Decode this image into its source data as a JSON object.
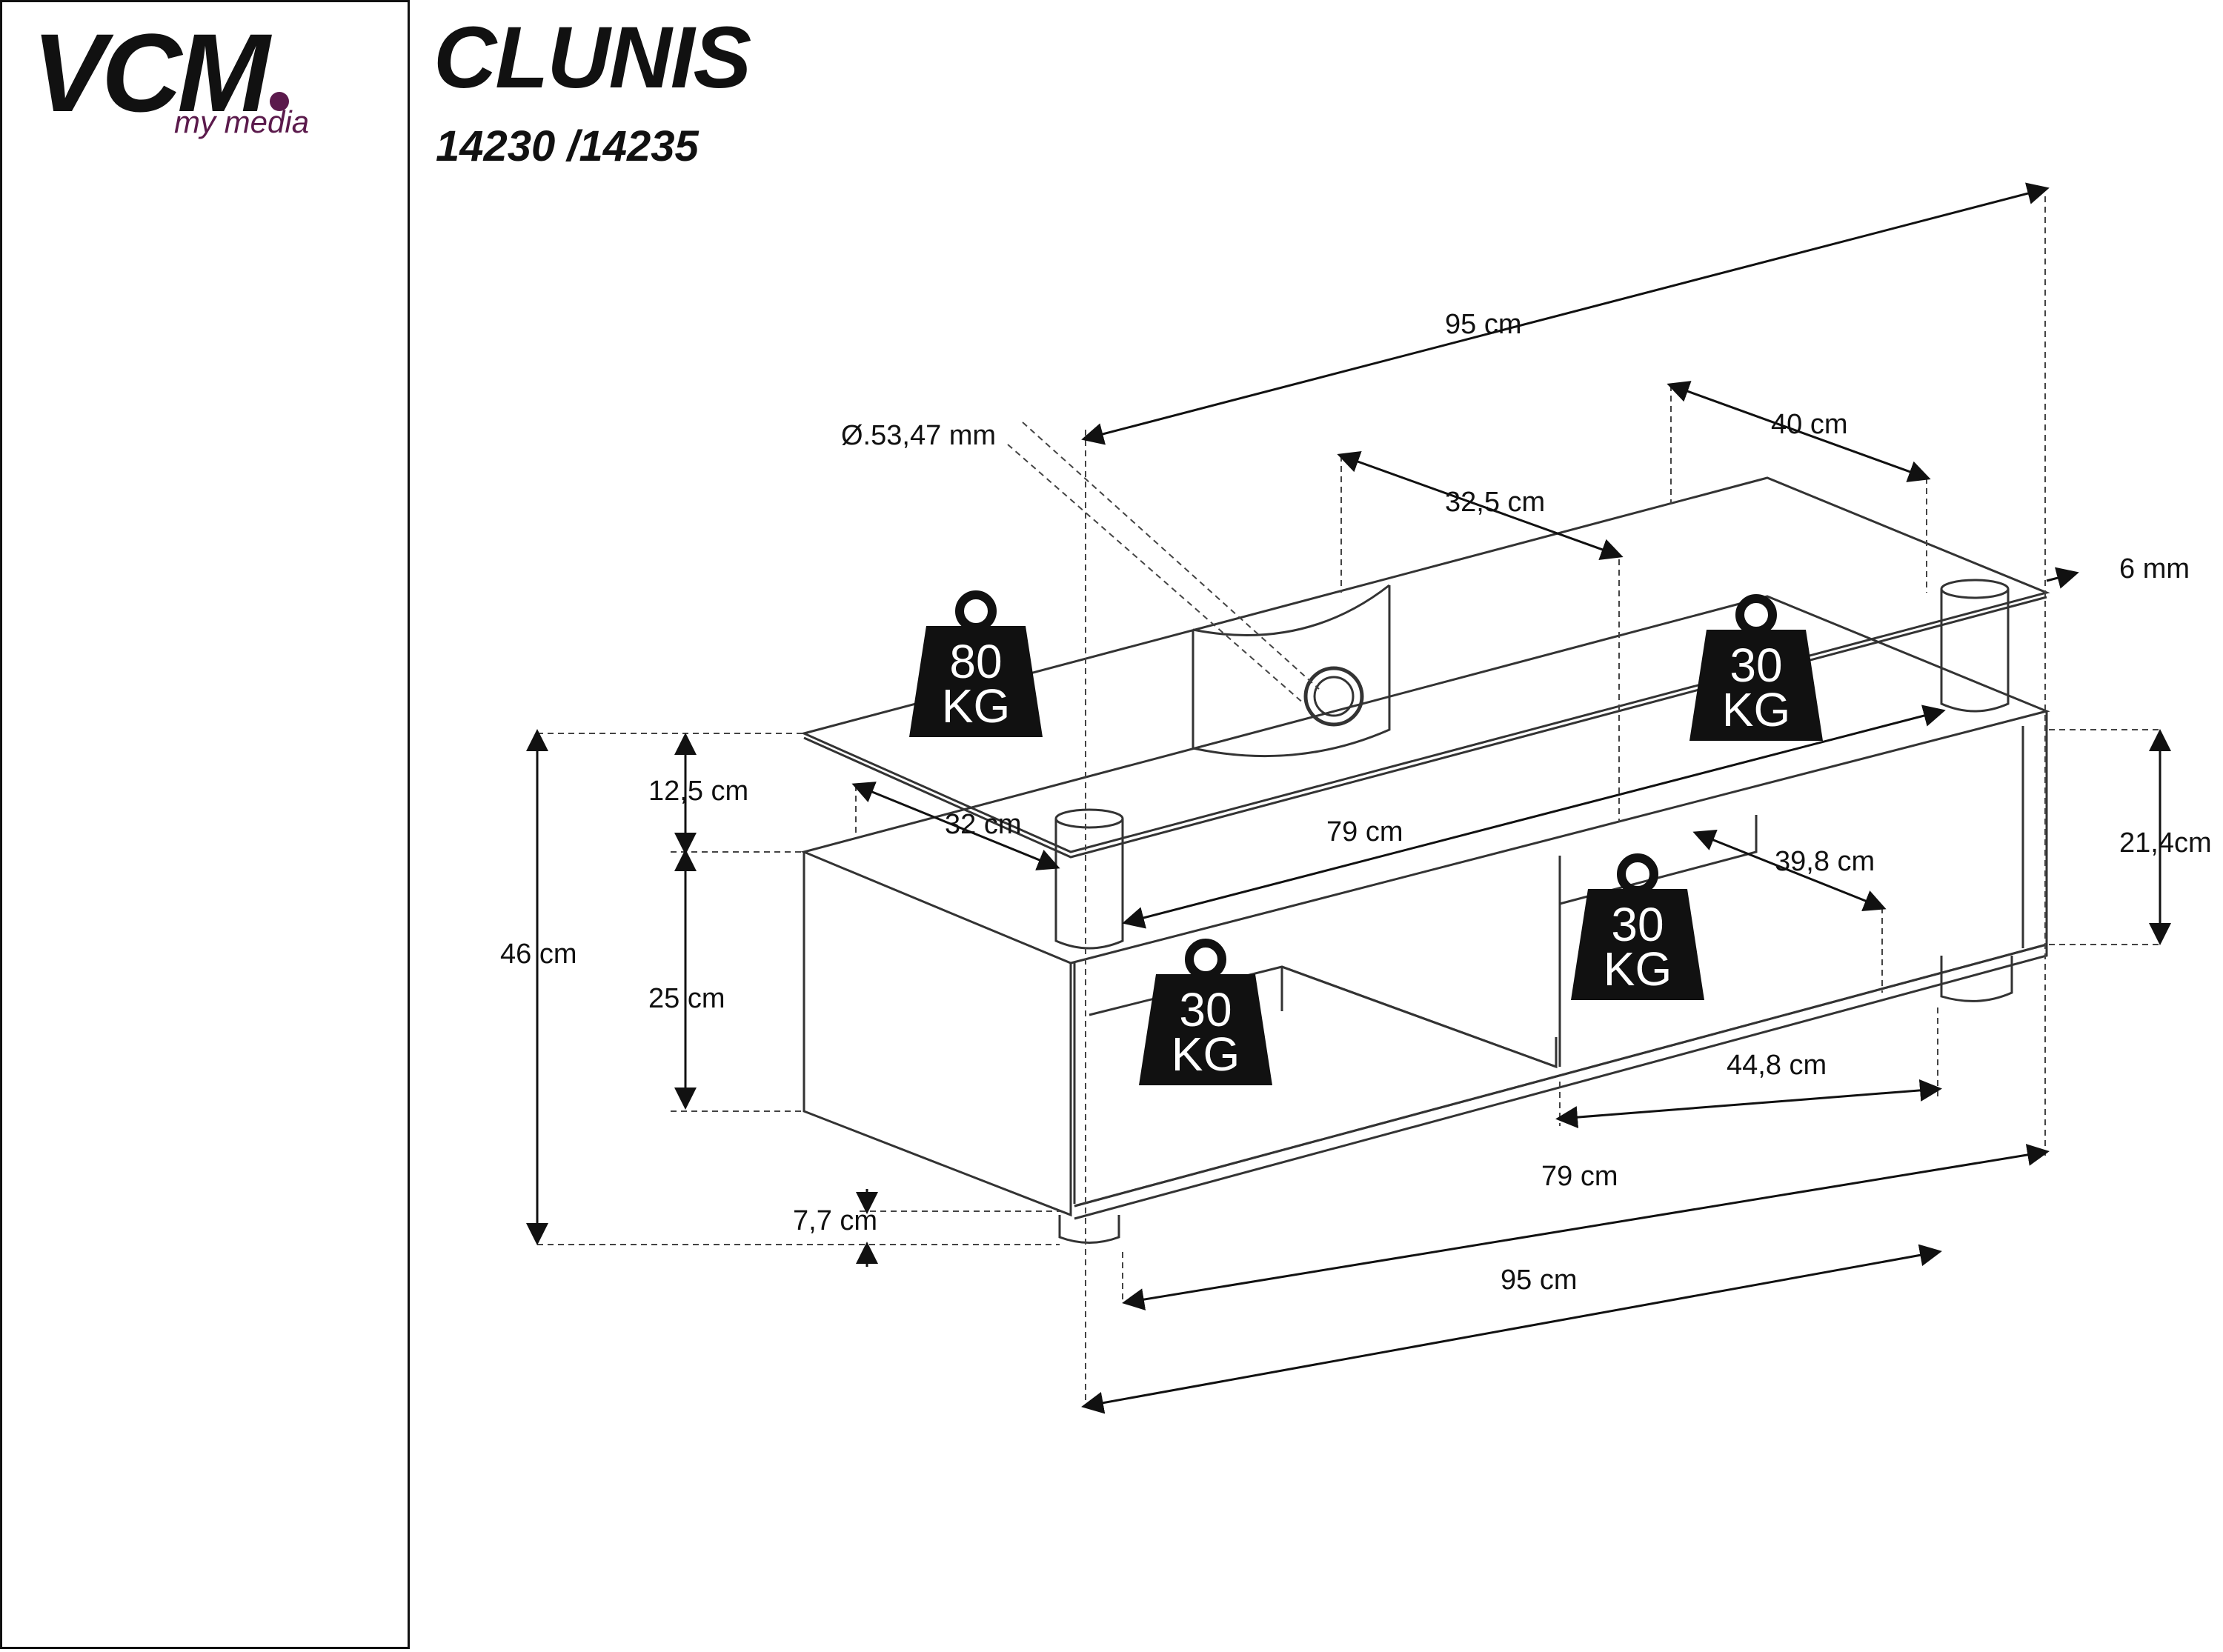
{
  "brand": {
    "logo_text": "VCM",
    "logo_subtitle": "my media",
    "accent_color": "#5b1a4c"
  },
  "product": {
    "name": "CLUNIS",
    "codes": "14230 /14235"
  },
  "dimensions": {
    "top_width": "95 cm",
    "top_depth": "40 cm",
    "cable_hole": "Ø.53,47 mm",
    "hole_offset": "32,5 cm",
    "glass_thickness": "6 mm",
    "upper_gap": "12,5 cm",
    "glass_inner_depth": "32 cm",
    "glass_inner_width": "79 cm",
    "total_height": "46 cm",
    "cabinet_height": "25 cm",
    "right_height": "21,4cm",
    "shelf_depth": "39,8 cm",
    "compartment_width": "44,8 cm",
    "base_inner_width": "79 cm",
    "base_width": "95 cm",
    "base_outer_width": "95 cm",
    "foot_height": "7,7 cm"
  },
  "loads": {
    "glass_left_value": "80",
    "glass_left_unit": "KG",
    "glass_right_value": "30",
    "glass_right_unit": "KG",
    "middle_value": "30",
    "middle_unit": "KG",
    "bottom_value": "30",
    "bottom_unit": "KG"
  },
  "icons": [
    "weight-icon"
  ]
}
